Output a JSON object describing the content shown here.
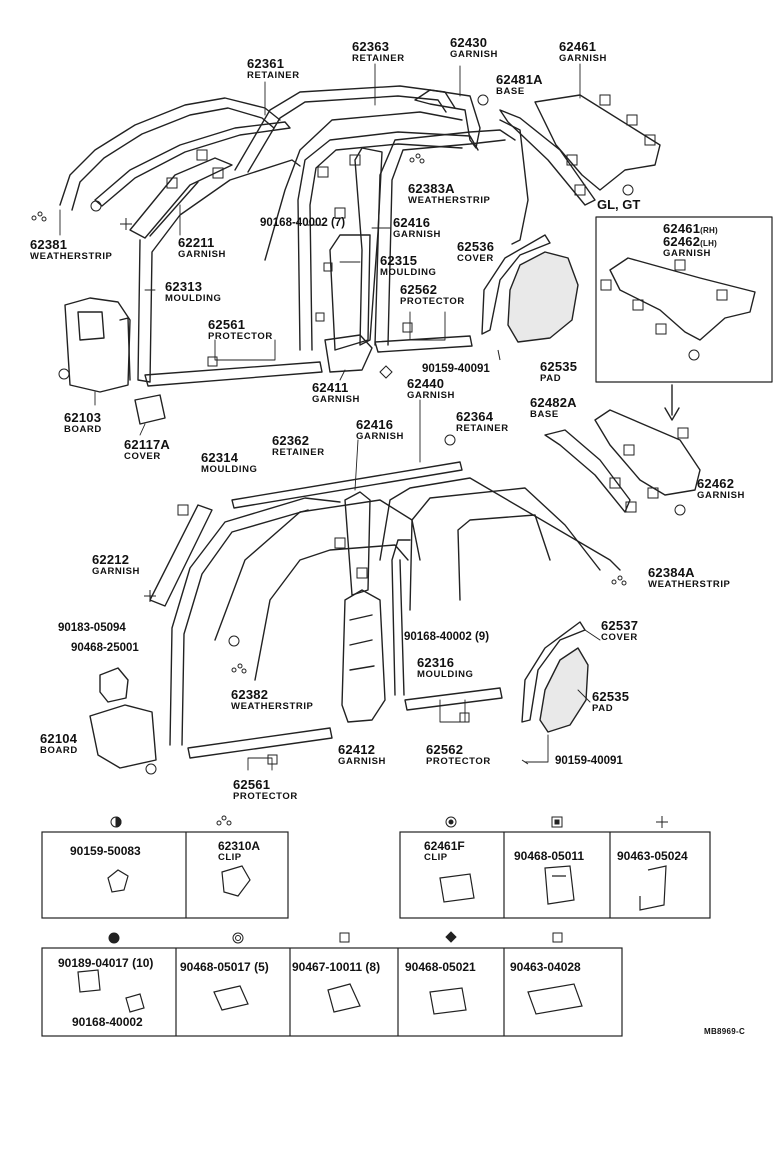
{
  "labels": {
    "l62361": {
      "pn": "62361",
      "nm": "RETAINER"
    },
    "l62363": {
      "pn": "62363",
      "nm": "RETAINER"
    },
    "l62430": {
      "pn": "62430",
      "nm": "GARNISH"
    },
    "l62481A": {
      "pn": "62481A",
      "nm": "BASE"
    },
    "l62461": {
      "pn": "62461",
      "nm": "GARNISH"
    },
    "l62383A": {
      "pn": "62383A",
      "nm": "WEATHERSTRIP"
    },
    "l62381": {
      "pn": "62381",
      "nm": "WEATHERSTRIP"
    },
    "l62211": {
      "pn": "62211",
      "nm": "GARNISH"
    },
    "l62416a": {
      "pn": "62416",
      "nm": "GARNISH"
    },
    "l62536": {
      "pn": "62536",
      "nm": "COVER"
    },
    "l62315": {
      "pn": "62315",
      "nm": "MOULDING"
    },
    "l62313": {
      "pn": "62313",
      "nm": "MOULDING"
    },
    "l62562a": {
      "pn": "62562",
      "nm": "PROTECTOR"
    },
    "l62561a": {
      "pn": "62561",
      "nm": "PROTECTOR"
    },
    "l62535a": {
      "pn": "62535",
      "nm": "PAD"
    },
    "l62411": {
      "pn": "62411",
      "nm": "GARNISH"
    },
    "l62103": {
      "pn": "62103",
      "nm": "BOARD"
    },
    "l62117A": {
      "pn": "62117A",
      "nm": "COVER"
    },
    "l62440": {
      "pn": "62440",
      "nm": "GARNISH"
    },
    "l62482A": {
      "pn": "62482A",
      "nm": "BASE"
    },
    "l62416b": {
      "pn": "62416",
      "nm": "GARNISH"
    },
    "l62364": {
      "pn": "62364",
      "nm": "RETAINER"
    },
    "l62314": {
      "pn": "62314",
      "nm": "MOULDING"
    },
    "l62362": {
      "pn": "62362",
      "nm": "RETAINER"
    },
    "l62462": {
      "pn": "62462",
      "nm": "GARNISH"
    },
    "l62212": {
      "pn": "62212",
      "nm": "GARNISH"
    },
    "l62384A": {
      "pn": "62384A",
      "nm": "WEATHERSTRIP"
    },
    "l62537": {
      "pn": "62537",
      "nm": "COVER"
    },
    "l62382": {
      "pn": "62382",
      "nm": "WEATHERSTRIP"
    },
    "l62316": {
      "pn": "62316",
      "nm": "MOULDING"
    },
    "l62535b": {
      "pn": "62535",
      "nm": "PAD"
    },
    "l62104": {
      "pn": "62104",
      "nm": "BOARD"
    },
    "l62412": {
      "pn": "62412",
      "nm": "GARNISH"
    },
    "l62562b": {
      "pn": "62562",
      "nm": "PROTECTOR"
    },
    "l62561b": {
      "pn": "62561",
      "nm": "PROTECTOR"
    }
  },
  "plain": {
    "gl_gt": "GL, GT",
    "p90168a": "90168-40002 (7)",
    "p90159a": "90159-40091",
    "p90183": "90183-05094",
    "p90468a": "90468-25001",
    "p90168b": "90168-40002 (9)",
    "p90159b": "90159-40091"
  },
  "inset": {
    "rh_pn": "62461",
    "rh_tag": "(RH)",
    "lh_pn": "62462",
    "lh_tag": "(LH)",
    "nm": "GARNISH"
  },
  "legend_top": [
    {
      "pn": "90159-50083",
      "nm": ""
    },
    {
      "pn": "62310A",
      "nm": "CLIP"
    },
    {
      "pn": "62461F",
      "nm": "CLIP"
    },
    {
      "pn": "90468-05011",
      "nm": ""
    },
    {
      "pn": "90463-05024",
      "nm": ""
    }
  ],
  "legend_bottom": [
    {
      "pn": "90189-04017 (10)",
      "pn2": "90168-40002"
    },
    {
      "pn": "90468-05017 (5)"
    },
    {
      "pn": "90467-10011 (8)"
    },
    {
      "pn": "90468-05021"
    },
    {
      "pn": "90463-04028"
    }
  ],
  "code": "MB8969-C"
}
